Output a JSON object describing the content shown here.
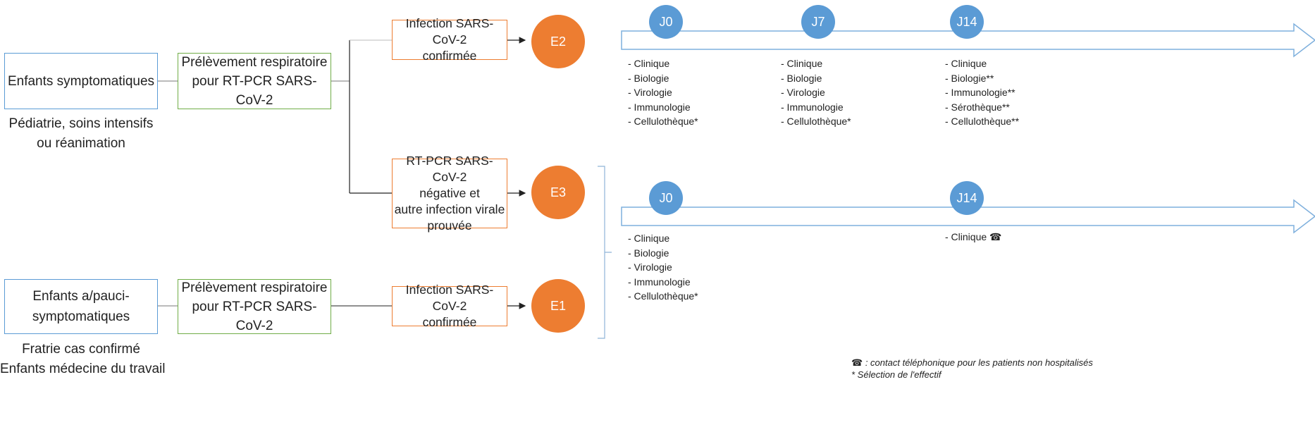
{
  "groups": {
    "symptomatic": {
      "label": "Enfants symptomatiques",
      "caption": [
        "Pédiatrie, soins intensifs",
        "ou réanimation"
      ]
    },
    "paucisymptomatic": {
      "label": [
        "Enfants a/pauci-",
        "symptomatiques"
      ],
      "caption": [
        "Fratrie cas confirmé",
        "Enfants médecine du travail"
      ]
    }
  },
  "sampling": {
    "label": [
      "Prélèvement respiratoire",
      "pour RT-PCR SARS-CoV-2"
    ]
  },
  "outcomes": {
    "e2": {
      "label": [
        "Infection SARS-CoV-2",
        "confirmée"
      ],
      "code": "E2"
    },
    "e3": {
      "label": [
        "RT-PCR SARS-CoV-2",
        "négative et",
        "autre infection virale",
        "prouvée"
      ],
      "code": "E3"
    },
    "e1": {
      "label": [
        "Infection SARS-CoV-2",
        "confirmée"
      ],
      "code": "E1"
    }
  },
  "timelines": {
    "top": {
      "days": [
        "J0",
        "J7",
        "J14"
      ],
      "lists": [
        [
          "- Clinique",
          "- Biologie",
          "- Virologie",
          "- Immunologie",
          "- Cellulothèque*"
        ],
        [
          "- Clinique",
          "- Biologie",
          "- Virologie",
          "- Immunologie",
          "- Cellulothèque*"
        ],
        [
          "- Clinique",
          "- Biologie**",
          "- Immunologie**",
          "- Sérothèque**",
          "- Cellulothèque**"
        ]
      ]
    },
    "bottom": {
      "days": [
        "J0",
        "J14"
      ],
      "lists": [
        [
          "- Clinique",
          "- Biologie",
          "- Virologie",
          "- Immunologie",
          "- Cellulothèque*"
        ],
        [
          "- Clinique"
        ]
      ],
      "phone_icon": "telephone-icon"
    }
  },
  "footnote": {
    "line1": ": contact téléphonique pour les patients non hospitalisés",
    "line2": "* Sélection de l'effectif"
  },
  "colors": {
    "blue_border": "#5b9bd5",
    "green_border": "#70ad47",
    "orange": "#ed7d31",
    "day_circle": "#5b9bd5",
    "arrow_outline": "#7fb0dd"
  }
}
